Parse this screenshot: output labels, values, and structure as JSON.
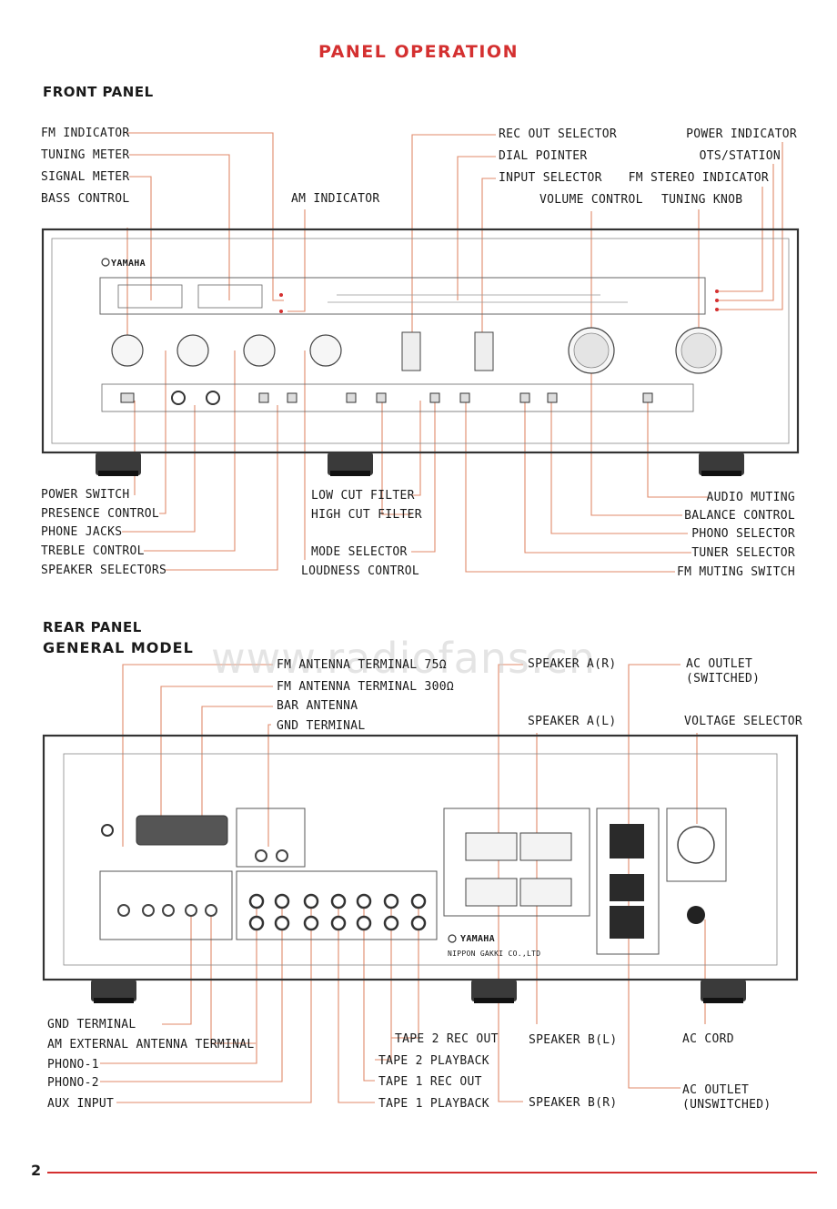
{
  "title": "PANEL OPERATION",
  "front_panel": {
    "heading": "FRONT PANEL",
    "brand": "YAMAHA",
    "top_left": [
      "FM INDICATOR",
      "TUNING METER",
      "SIGNAL METER",
      "BASS CONTROL"
    ],
    "top_mid_am": "AM INDICATOR",
    "top_mid": [
      "REC OUT SELECTOR",
      "DIAL POINTER",
      "INPUT SELECTOR"
    ],
    "volume": "VOLUME CONTROL",
    "top_right": [
      "POWER INDICATOR",
      "OTS/STATION",
      "FM STEREO INDICATOR"
    ],
    "tuning_knob": "TUNING KNOB",
    "bottom_left": [
      "POWER SWITCH",
      "PRESENCE CONTROL",
      "PHONE JACKS",
      "TREBLE CONTROL",
      "SPEAKER SELECTORS"
    ],
    "bottom_mid": [
      "LOW CUT FILTER",
      "HIGH CUT FILTER",
      "MODE SELECTOR",
      "LOUDNESS CONTROL"
    ],
    "bottom_right": [
      "AUDIO MUTING",
      "BALANCE CONTROL",
      "PHONO SELECTOR",
      "TUNER SELECTOR",
      "FM MUTING SWITCH"
    ]
  },
  "rear_panel": {
    "heading": "REAR PANEL",
    "subheading": "GENERAL MODEL",
    "brand": "YAMAHA",
    "maker": "NIPPON GAKKI CO.,LTD",
    "top_left": [
      "FM ANTENNA TERMINAL 75Ω",
      "FM ANTENNA TERMINAL 300Ω",
      "BAR ANTENNA",
      "GND TERMINAL"
    ],
    "speaker_top": [
      "SPEAKER A(R)",
      "SPEAKER A(L)"
    ],
    "ac_outlet_switched": [
      "AC OUTLET",
      "(SWITCHED)"
    ],
    "voltage_selector": "VOLTAGE SELECTOR",
    "bottom_left": [
      "GND TERMINAL",
      "AM EXTERNAL ANTENNA TERMINAL",
      "PHONO-1",
      "PHONO-2",
      "AUX INPUT"
    ],
    "bottom_mid": [
      "TAPE 2 REC OUT",
      "TAPE 2 PLAYBACK",
      "TAPE 1 REC OUT",
      "TAPE 1 PLAYBACK"
    ],
    "speaker_bottom": [
      "SPEAKER B(L)",
      "SPEAKER B(R)"
    ],
    "ac_cord": "AC CORD",
    "ac_outlet_unswitched": [
      "AC OUTLET",
      "(UNSWITCHED)"
    ]
  },
  "watermark": "www.radiofans.cn",
  "page_number": "2",
  "colors": {
    "accent": "#d43030",
    "leader": "#e08a6a",
    "panel_line": "#333333"
  }
}
